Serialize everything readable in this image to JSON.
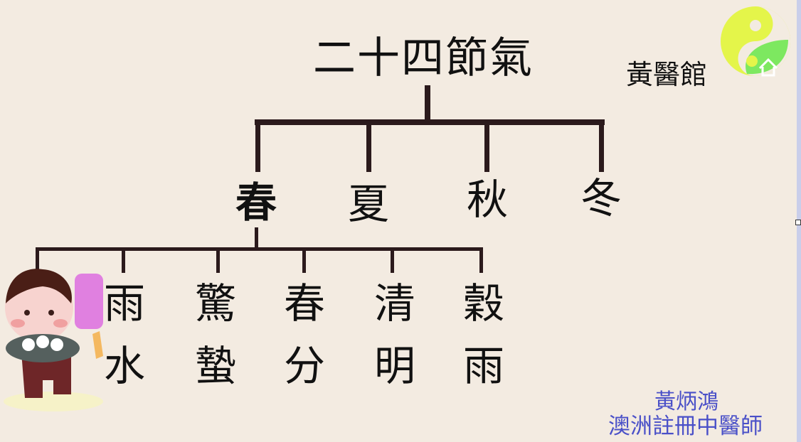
{
  "title": "二十四節氣",
  "clinic_name": "黃醫館",
  "seasons": [
    {
      "label": "春",
      "bold": true
    },
    {
      "label": "夏",
      "bold": false
    },
    {
      "label": "秋",
      "bold": false
    },
    {
      "label": "冬",
      "bold": false
    }
  ],
  "spring_terms": [
    {
      "top": "雨",
      "bottom": "水"
    },
    {
      "top": "驚",
      "bottom": "蟄"
    },
    {
      "top": "春",
      "bottom": "分"
    },
    {
      "top": "清",
      "bottom": "明"
    },
    {
      "top": "穀",
      "bottom": "雨"
    }
  ],
  "author": {
    "name": "黃炳鴻",
    "title": "澳洲註冊中醫師"
  },
  "colors": {
    "background": "#f3ebe1",
    "lines": "#2b1a1c",
    "author_text": "#4a50c8",
    "logo_yellow": "#e4f54a",
    "logo_green": "#7de860"
  }
}
